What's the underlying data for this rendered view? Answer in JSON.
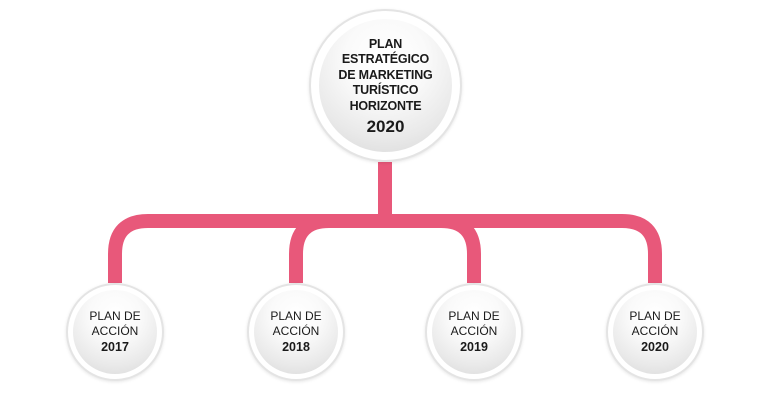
{
  "colors": {
    "connector": "#e8587a",
    "node_border": "#e4e4e4",
    "text": "#1a1a1a"
  },
  "root": {
    "title_lines": [
      "PLAN",
      "ESTRATÉGICO",
      "DE MARKETING",
      "TURÍSTICO",
      "HORIZONTE"
    ],
    "year": "2020"
  },
  "children": [
    {
      "line1": "PLAN DE",
      "line2": "ACCIÓN",
      "year": "2017"
    },
    {
      "line1": "PLAN DE",
      "line2": "ACCIÓN",
      "year": "2018"
    },
    {
      "line1": "PLAN DE",
      "line2": "ACCIÓN",
      "year": "2019"
    },
    {
      "line1": "PLAN DE",
      "line2": "ACCIÓN",
      "year": "2020"
    }
  ]
}
